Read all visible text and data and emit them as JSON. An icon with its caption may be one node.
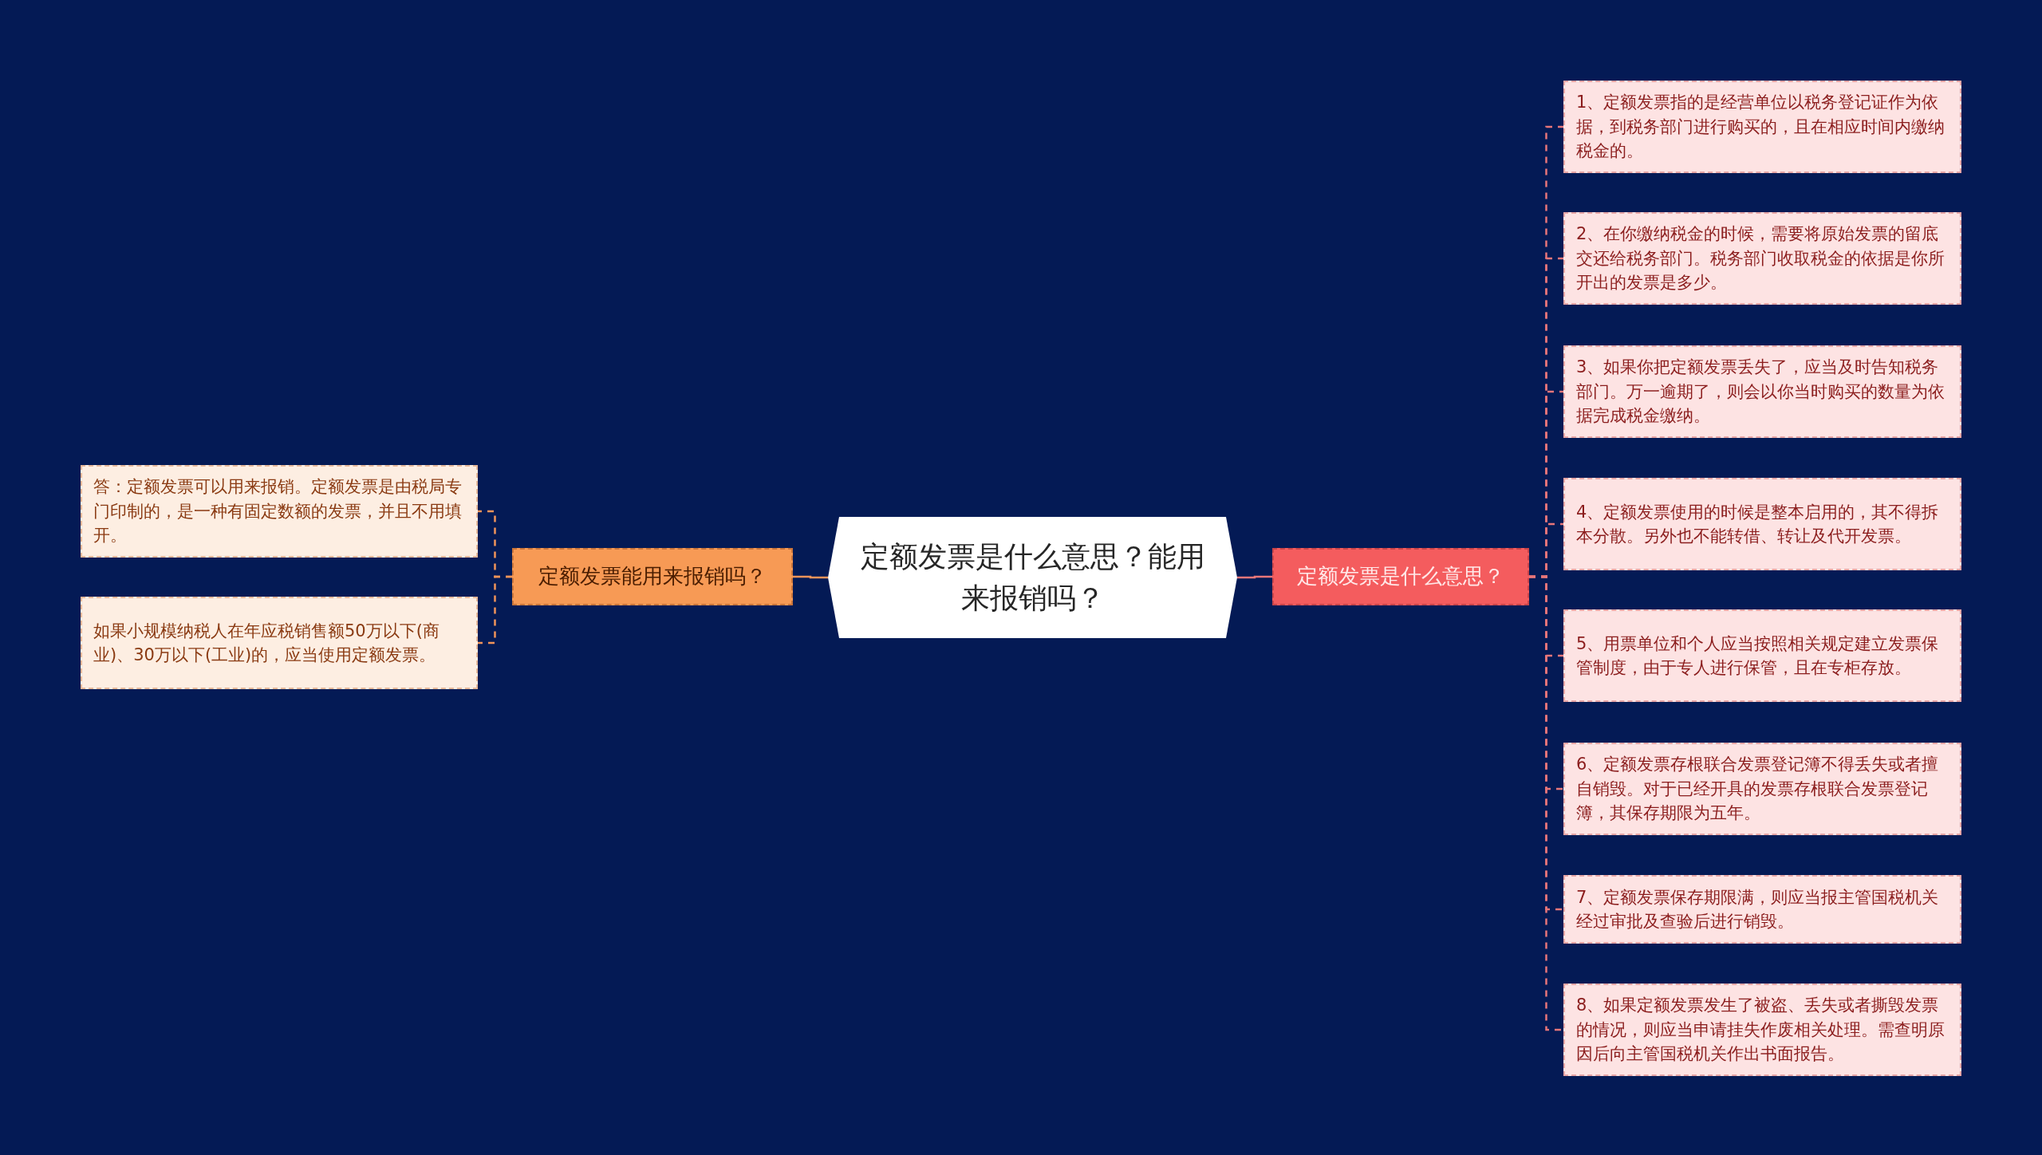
{
  "diagram": {
    "nodes": [
      {
        "text": [
          "定额发票是什么意思？能用来报销吗？"
        ]
      },
      {
        "text": [
          "定额发票能用来报销吗？"
        ]
      },
      {
        "text": [
          "答：定额发票可以用来报销。定额发票是由税局专门印制的，是一种有固定数额的发票，并且不用填开。"
        ]
      },
      {
        "text": [
          "如果小规模纳税人在年应税销售额50万以下(商业)、30万以下(工业)的，应当使用定额发票。"
        ]
      },
      {
        "text": [
          "定额发票是什么意思？"
        ]
      },
      {
        "text": [
          "1、定额发票指的是经营单位以税务登记证作为依据，到税务部门进行购买的，且在相应时间内缴纳税金的。"
        ]
      },
      {
        "text": [
          "2、在你缴纳税金的时候，需要将原始发票的留底交还给税务部门。税务部门收取税金的依据是你所开出的发票是多少。"
        ]
      },
      {
        "text": [
          "3、如果你把定额发票丢失了，应当及时告知税务部门。万一逾期了，则会以你当时购买的数量为依据完成税金缴纳。"
        ]
      },
      {
        "text": [
          "4、定额发票使用的时候是整本启用的，其不得拆本分散。另外也不能转借、转让及代开发票。"
        ]
      },
      {
        "text": [
          "5、用票单位和个人应当按照相关规定建立发票保管制度，由于专人进行保管，且在专柜存放。"
        ]
      },
      {
        "text": [
          "6、定额发票存根联合发票登记簿不得丢失或者擅自销毁。对于已经开具的发票存根联合发票登记簿，其保存期限为五年。"
        ]
      },
      {
        "text": [
          "7、定额发票保存期限满，则应当报主管国税机关经过审批及查验后进行销毁。"
        ]
      },
      {
        "text": [
          "8、如果定额发票发生了被盗、丢失或者撕毁发票的情况，则应当申请挂失作废相关处理。需查明原因后向主管国税机关作出书面报告。"
        ]
      }
    ],
    "edges": [
      {
        "from": 0,
        "to": 1,
        "arrow": "none",
        "color": "#f0945a"
      },
      {
        "from": 1,
        "to": 2,
        "arrow": "none",
        "style": "dashed",
        "color": "#f0945a"
      },
      {
        "from": 1,
        "to": 3,
        "arrow": "none",
        "style": "dashed",
        "color": "#f0945a"
      },
      {
        "from": 0,
        "to": 4,
        "arrow": "none"
      },
      {
        "from": 4,
        "to": 5,
        "arrow": "none",
        "style": "dashed"
      },
      {
        "from": 4,
        "to": 6,
        "arrow": "none",
        "style": "dashed"
      },
      {
        "from": 4,
        "to": 7,
        "arrow": "none",
        "style": "dashed"
      },
      {
        "from": 4,
        "to": 8,
        "arrow": "none",
        "style": "dashed"
      },
      {
        "from": 4,
        "to": 9,
        "arrow": "none",
        "style": "dashed"
      },
      {
        "from": 4,
        "to": 10,
        "arrow": "none",
        "style": "dashed"
      },
      {
        "from": 4,
        "to": 11,
        "arrow": "none",
        "style": "dashed"
      },
      {
        "from": 4,
        "to": 12,
        "arrow": "none",
        "style": "dashed"
      }
    ]
  }
}
